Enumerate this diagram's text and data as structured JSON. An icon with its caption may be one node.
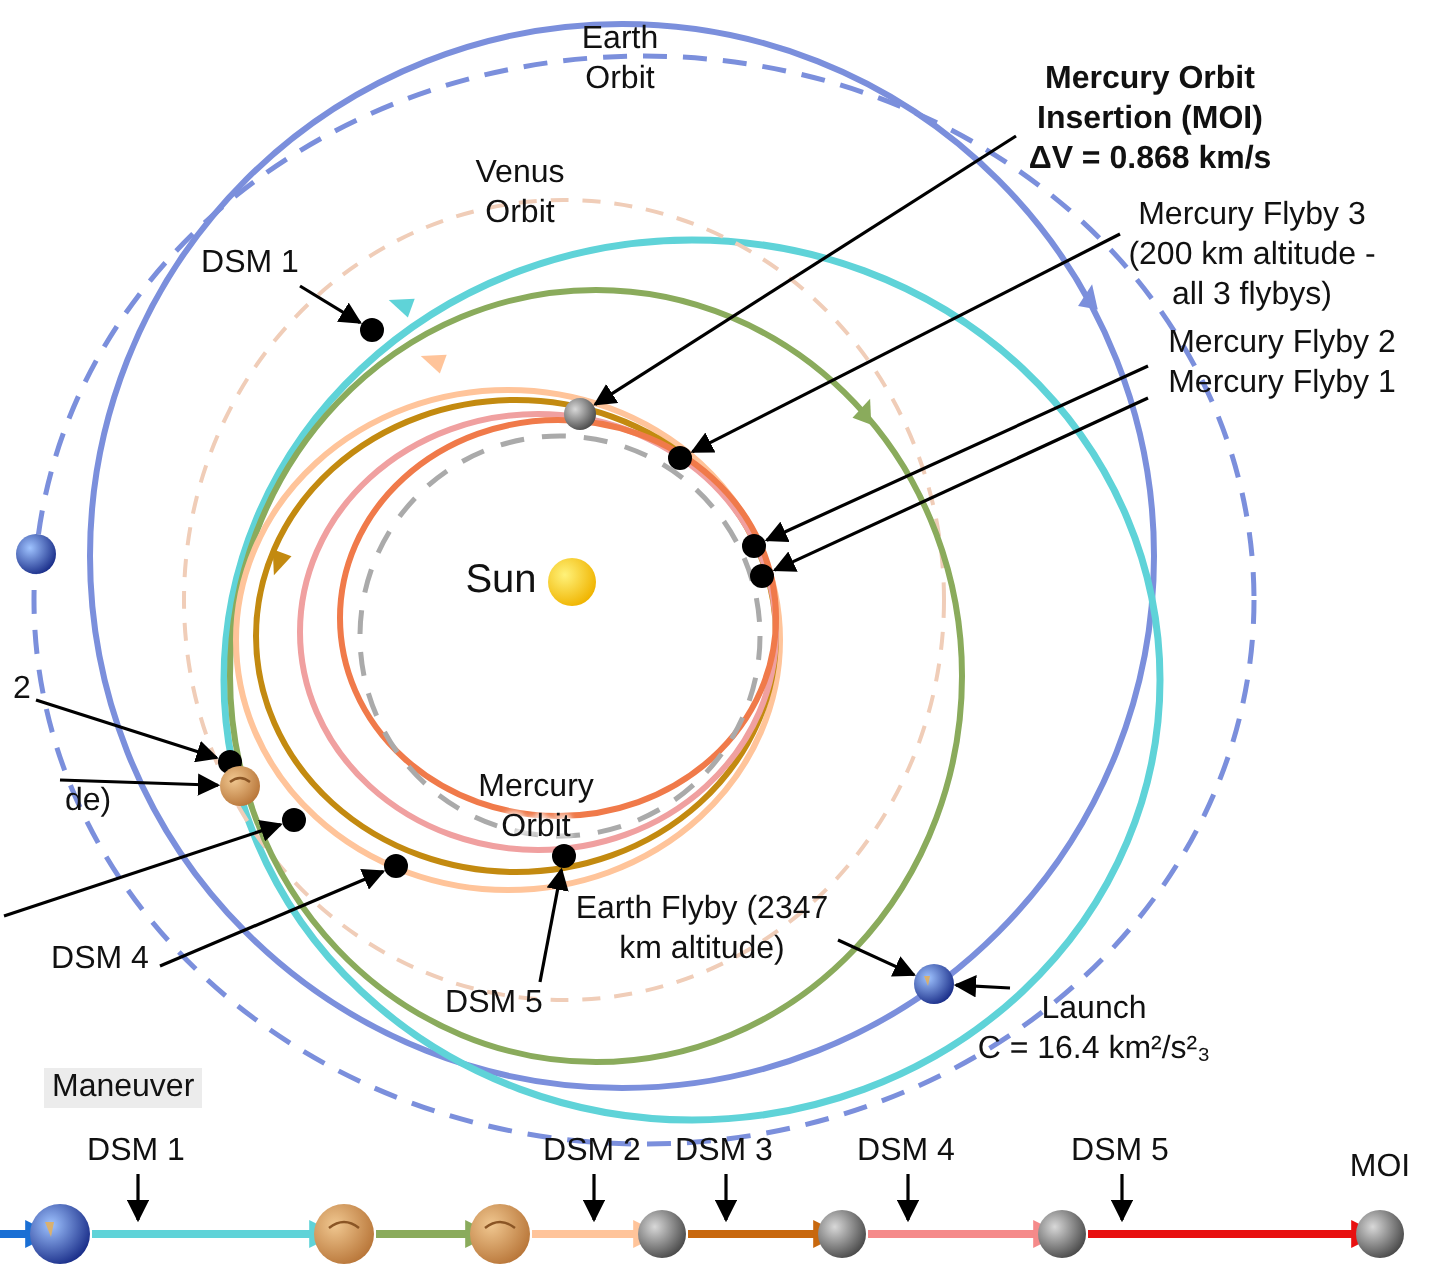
{
  "diagram": {
    "nodes": [
      {
        "text": [
          "DSM 1"
        ]
      },
      {
        "text": [],
        "shape": "circle"
      },
      {
        "text": [
          "Mercury Orbit Insertion (MOI) ΔV = 0.868 km/s"
        ]
      },
      {
        "text": [],
        "shape": "picture"
      },
      {
        "text": [
          "Mercury Flyby 3 (200 km altitude - all 3 flybys)"
        ]
      },
      {
        "text": [],
        "shape": "circle"
      },
      {
        "text": [
          "Mercury Flyby 2"
        ]
      },
      {
        "text": [],
        "shape": "circle"
      },
      {
        "text": [
          "Mercury Flyby 1"
        ]
      },
      {
        "text": [],
        "shape": "circle"
      },
      {
        "text": [
          "2"
        ]
      },
      {
        "text": [],
        "shape": "circle"
      },
      {
        "text": [
          "de)"
        ]
      },
      {
        "text": [],
        "shape": "picture"
      },
      {
        "text": [],
        "shape": "circle"
      },
      {
        "text": [
          "DSM 4"
        ]
      },
      {
        "text": [],
        "shape": "circle"
      },
      {
        "text": [
          "DSM 5"
        ]
      },
      {
        "text": [],
        "shape": "circle"
      },
      {
        "text": [
          "Earth Flyby (2347 km altitude)"
        ]
      },
      {
        "text": [],
        "shape": "picture"
      },
      {
        "text": [
          "Launch",
          "C = 16.4 km²/s²₃"
        ]
      },
      {
        "text": [],
        "shape": "picture"
      },
      {
        "text": [],
        "shape": "picture"
      },
      {
        "text": [],
        "shape": "picture"
      },
      {
        "text": [],
        "shape": "picture"
      },
      {
        "text": [],
        "shape": "picture"
      },
      {
        "text": [],
        "shape": "picture"
      },
      {
        "text": [],
        "shape": "picture",
        "beside": [
          "MOI"
        ]
      },
      {
        "text": [
          "DSM 1"
        ]
      },
      {
        "text": [
          "DSM 2"
        ]
      },
      {
        "text": [
          "DSM 3"
        ]
      },
      {
        "text": [
          "DSM 4"
        ]
      },
      {
        "text": [
          "DSM 5"
        ]
      }
    ],
    "edges": [
      {
        "from": 0,
        "to": 1,
        "arrow": "to"
      },
      {
        "from": 2,
        "to": 3,
        "arrow": "to"
      },
      {
        "from": 4,
        "to": 5,
        "arrow": "to"
      },
      {
        "from": 6,
        "to": 7,
        "arrow": "to"
      },
      {
        "from": 8,
        "to": 9,
        "arrow": "to"
      },
      {
        "from": 10,
        "to": 11,
        "arrow": "to"
      },
      {
        "from": 12,
        "to": 13,
        "arrow": "to"
      },
      {
        "from": null,
        "to": 14,
        "arrow": "to"
      },
      {
        "from": 15,
        "to": 16,
        "arrow": "to"
      },
      {
        "from": 17,
        "to": 18,
        "arrow": "to"
      },
      {
        "from": 19,
        "to": 20,
        "arrow": "to"
      },
      {
        "from": 21,
        "to": 20,
        "arrow": "to"
      },
      {
        "from": null,
        "to": 22,
        "arrow": "to",
        "color": "#1a6fd4",
        "style": "thick"
      },
      {
        "from": 22,
        "to": 23,
        "arrow": "to",
        "color": "#5fd3d8",
        "style": "thick"
      },
      {
        "from": 23,
        "to": 24,
        "arrow": "to",
        "color": "#8aab5c",
        "style": "thick"
      },
      {
        "from": 24,
        "to": 25,
        "arrow": "to",
        "color": "#ffc49a",
        "style": "thick"
      },
      {
        "from": 25,
        "to": 26,
        "arrow": "to",
        "color": "#c8680e",
        "style": "thick"
      },
      {
        "from": 26,
        "to": 27,
        "arrow": "to",
        "color": "#f58a8a",
        "style": "thick"
      },
      {
        "from": 27,
        "to": 28,
        "arrow": "to",
        "color": "#e81010",
        "style": "thick"
      },
      {
        "from": 29,
        "to": null,
        "arrow": "to"
      },
      {
        "from": 30,
        "to": null,
        "arrow": "to"
      },
      {
        "from": 31,
        "to": null,
        "arrow": "to"
      },
      {
        "from": 32,
        "to": null,
        "arrow": "to"
      },
      {
        "from": 33,
        "to": null,
        "arrow": "to"
      }
    ],
    "labels": [
      "Earth Orbit",
      "Venus Orbit",
      "Sun",
      "Mercury Orbit",
      "Maneuver"
    ]
  }
}
